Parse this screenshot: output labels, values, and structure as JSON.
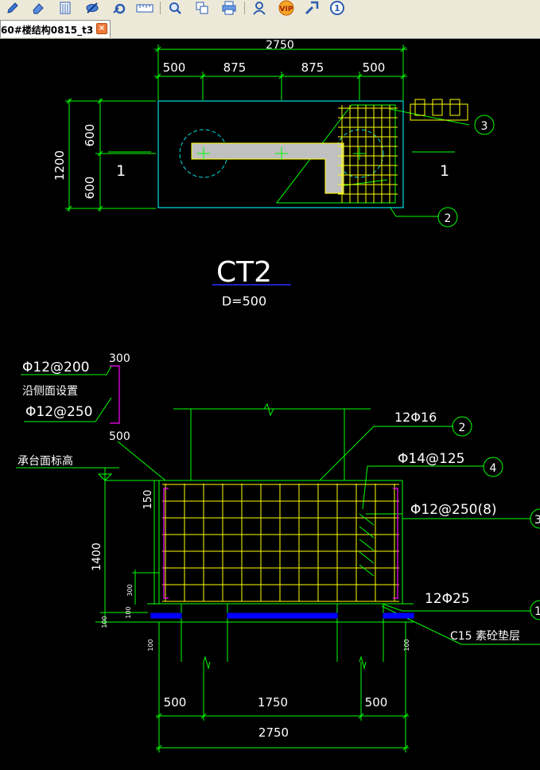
{
  "toolbar": {
    "icons": [
      "pencil-icon",
      "eraser-icon",
      "properties-icon",
      "hide-icon",
      "settings-gear-icon",
      "ruler-icon",
      "zoom-icon",
      "copy-icon",
      "print-icon",
      "user-icon",
      "vip-icon",
      "tool-icon",
      "help-icon"
    ],
    "vip_label": "VIP",
    "help_label": "1"
  },
  "tab": {
    "label": "60#楼结构0815_t3",
    "close_label": "×"
  },
  "plan": {
    "dim_total": "2750",
    "dims_top": [
      "500",
      "875",
      "875",
      "500"
    ],
    "dim_left_total": "1200",
    "dims_left": [
      "600",
      "600"
    ],
    "section_mark_left": "1",
    "section_mark_right": "1",
    "callouts": [
      "3",
      "2"
    ],
    "title": "CT2",
    "depth": "D=500"
  },
  "section": {
    "rebar_side_1": "Φ12@200",
    "side_note": "沿侧面设置",
    "rebar_side_2": "Φ12@250",
    "hook_300": "300",
    "hook_500": "500",
    "top_label": "承台面标高",
    "dim_150": "150",
    "dim_1400": "1400",
    "dim_300": "300",
    "dim_100a": "100",
    "dim_100b": "100",
    "dim_100c": "100",
    "dim_100d": "100",
    "rebar_top": "12Φ16",
    "callout_2": "2",
    "stirrup": "Φ14@125",
    "callout_4": "4",
    "tie": "Φ12@250(8)",
    "callout_3": "3",
    "rebar_bottom": "12Φ25",
    "callout_1": "1",
    "cushion": "C15 素砼垫层",
    "dims_bottom": [
      "500",
      "1750",
      "500"
    ],
    "dim_total": "2750"
  },
  "colors": {
    "dim": "#00ff00",
    "text": "#ffffff",
    "outline": "#00e0e0",
    "rebar": "#ffff00",
    "hatch": "#c0c0c0",
    "stirrup": "#ff00ff",
    "blue": "#0000ff",
    "title_line": "#2a2aff"
  }
}
